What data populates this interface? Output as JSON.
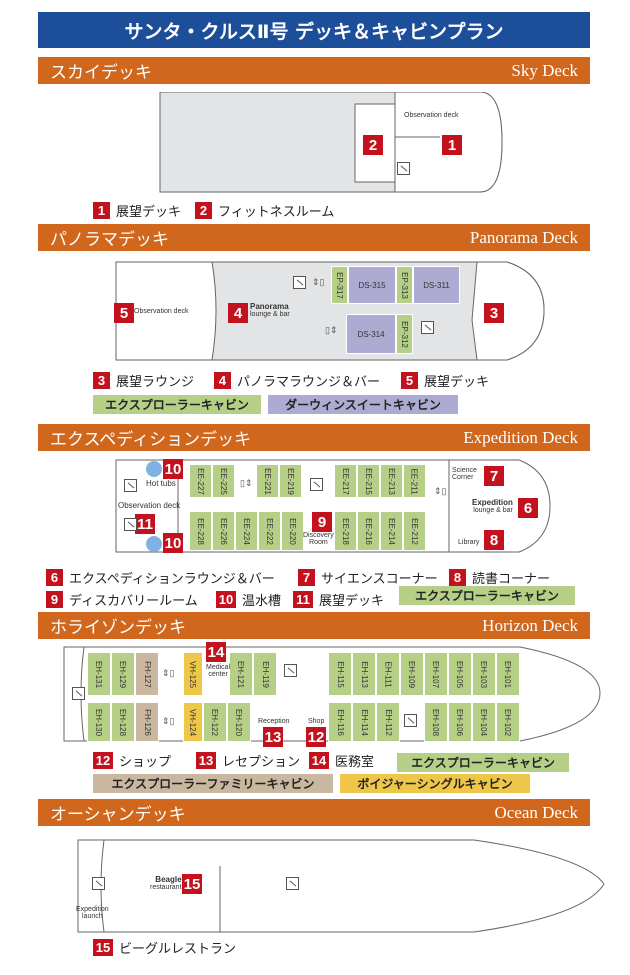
{
  "title": "サンタ・クルスⅡ号 デッキ＆キャビンプラン",
  "colors": {
    "title_bg": "#1d4e9a",
    "deck_bar": "#d0671c",
    "number_box": "#c3121e",
    "explorer": "#b6cf86",
    "darwin": "#aeabd2",
    "family": "#c9b89f",
    "voyager": "#eec74a"
  },
  "decks": {
    "sky": {
      "jp": "スカイデッキ",
      "en": "Sky Deck",
      "labels": {
        "observation": "Observation deck"
      },
      "numbers": [
        "1",
        "2"
      ],
      "legend": [
        {
          "n": "1",
          "text": "展望デッキ"
        },
        {
          "n": "2",
          "text": "フィットネスルーム"
        }
      ]
    },
    "panorama": {
      "jp": "パノラマデッキ",
      "en": "Panorama Deck",
      "labels": {
        "observation": "Observation deck",
        "panorama": "Panorama",
        "panorama_sub": "lounge & bar"
      },
      "numbers": [
        "3",
        "4",
        "5"
      ],
      "cabins": [
        "EP-317",
        "DS-315",
        "EP-313",
        "DS-311",
        "DS-314",
        "EP-312"
      ],
      "legend": [
        {
          "n": "3",
          "text": "展望ラウンジ"
        },
        {
          "n": "4",
          "text": "パノラマラウンジ＆バー"
        },
        {
          "n": "5",
          "text": "展望デッキ"
        }
      ],
      "chips": {
        "explorer": "エクスプローラーキャビン",
        "darwin": "ダーウィンスイートキャビン"
      }
    },
    "expedition": {
      "jp": "エクスペディションデッキ",
      "en": "Expedition Deck",
      "labels": {
        "hot_tubs": "Hot tubs",
        "observation": "Observation deck",
        "discovery": "Discovery",
        "discovery_sub": "Room",
        "science": "Science",
        "science_sub": "Corner",
        "expedition": "Expedition",
        "expedition_sub": "lounge & bar",
        "library": "Library"
      },
      "numbers": [
        "6",
        "7",
        "8",
        "9",
        "10",
        "10",
        "11"
      ],
      "cabins_top": [
        "EE-227",
        "EE-225",
        "EE-221",
        "EE-219",
        "EE-217",
        "EE-215",
        "EE-213",
        "EE-211"
      ],
      "cabins_bottom": [
        "EE-228",
        "EE-226",
        "EE-224",
        "EE-222",
        "EE-220",
        "EE-218",
        "EE-216",
        "EE-214",
        "EE-212"
      ],
      "legend": [
        {
          "n": "6",
          "text": "エクスペディションラウンジ＆バー"
        },
        {
          "n": "7",
          "text": "サイエンスコーナー"
        },
        {
          "n": "8",
          "text": "読書コーナー"
        },
        {
          "n": "9",
          "text": "ディスカバリールーム"
        },
        {
          "n": "10",
          "text": "温水槽"
        },
        {
          "n": "11",
          "text": "展望デッキ"
        }
      ],
      "chips": {
        "explorer": "エクスプローラーキャビン"
      }
    },
    "horizon": {
      "jp": "ホライゾンデッキ",
      "en": "Horizon Deck",
      "labels": {
        "medical": "Medical",
        "medical_sub": "center",
        "reception": "Reception",
        "shop": "Shop"
      },
      "numbers": [
        "12",
        "13",
        "14"
      ],
      "cabins_top": [
        "EH-131",
        "EH-129",
        "FH-127",
        "VH-125",
        "EH-121",
        "EH-119",
        "EH-115",
        "EH-113",
        "EH-111",
        "EH-109",
        "EH-107",
        "EH-105",
        "EH-103",
        "EH-101"
      ],
      "cabins_bottom": [
        "EH-130",
        "EH-128",
        "FH-126",
        "VH-124",
        "EH-122",
        "EH-120",
        "EH-116",
        "EH-114",
        "EH-112",
        "EH-108",
        "EH-106",
        "EH-104",
        "EH-102"
      ],
      "legend": [
        {
          "n": "12",
          "text": "ショップ"
        },
        {
          "n": "13",
          "text": "レセプション"
        },
        {
          "n": "14",
          "text": "医務室"
        }
      ],
      "chips": {
        "explorer": "エクスプローラーキャビン",
        "family": "エクスプローラーファミリーキャビン",
        "voyager": "ボイジャーシングルキャビン"
      }
    },
    "ocean": {
      "jp": "オーシャンデッキ",
      "en": "Ocean Deck",
      "labels": {
        "beagle": "Beagle",
        "beagle_sub": "restaurant",
        "launch": "Expedition",
        "launch_sub": "launch"
      },
      "numbers": [
        "15"
      ],
      "legend": [
        {
          "n": "15",
          "text": "ビーグルレストラン"
        }
      ]
    }
  }
}
